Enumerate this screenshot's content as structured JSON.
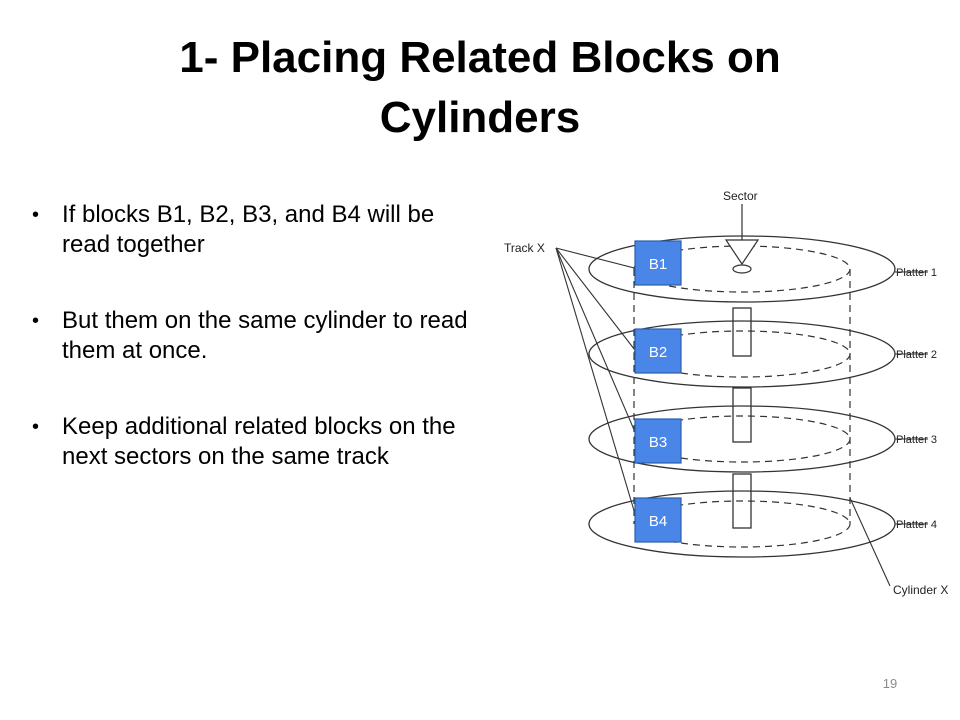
{
  "slide": {
    "title": "1- Placing Related Blocks on Cylinders",
    "bullets": [
      "If blocks B1, B2, B3, and B4 will be read together",
      "But them on the same cylinder to read them at once.",
      "Keep additional related blocks on the next sectors on the same track"
    ],
    "page_number": "19"
  },
  "diagram": {
    "sector_label": "Sector",
    "track_label": "Track X",
    "cylinder_label": "Cylinder X",
    "platters": [
      "Platter 1",
      "Platter 2",
      "Platter 3",
      "Platter 4"
    ],
    "blocks": [
      "B1",
      "B2",
      "B3",
      "B4"
    ],
    "colors": {
      "block_fill": "#4a86e8",
      "block_border": "#2d5fa8",
      "block_text": "#ffffff",
      "line": "#333333"
    }
  }
}
